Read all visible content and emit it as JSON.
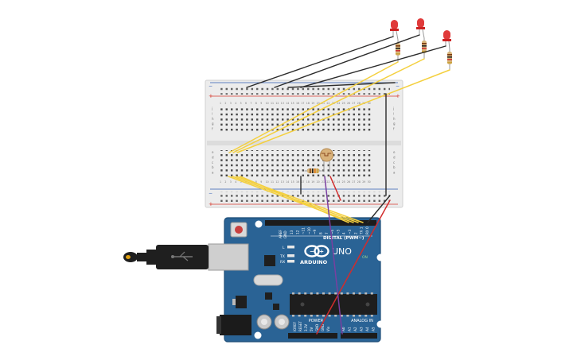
{
  "colors": {
    "board": "#2a6395",
    "board_edge": "#1d4d77",
    "breadboard": "#e9e9e9",
    "rail_red": "#d63a2f",
    "rail_blue": "#2f5bb3",
    "wire_yellow": "#f4d03f",
    "wire_black": "#2a2a2a",
    "wire_red": "#d22c2c",
    "wire_purple": "#7a3fa0",
    "led_red": "#e03a3a"
  },
  "arduino": {
    "brand": "ARDUINO",
    "model": "UNO",
    "digital_label": "DIGITAL (PWM~)",
    "power_label": "POWER",
    "analog_label": "ANALOG IN",
    "aref": "AREF",
    "gnd": "GND",
    "tx": "TX",
    "rx": "RX",
    "l": "L",
    "on": "ON",
    "digital_pins": [
      "13",
      "12",
      "~11",
      "~10",
      "~9",
      "8",
      "7",
      "~6",
      "~5",
      "4",
      "~3",
      "2",
      "TX 1",
      "RX 0"
    ],
    "power_pins": [
      "IOREF",
      "RESET",
      "3.3V",
      "5V",
      "GND",
      "GND",
      "Vin"
    ],
    "analog_pins": [
      "A0",
      "A1",
      "A2",
      "A3",
      "A4",
      "A5"
    ]
  },
  "breadboard": {
    "top_letters": [
      "j",
      "i",
      "h",
      "g",
      "f"
    ],
    "bottom_letters": [
      "e",
      "d",
      "c",
      "b",
      "a"
    ],
    "column_numbers": [
      "1",
      "2",
      "3",
      "4",
      "5",
      "6",
      "7",
      "8",
      "9",
      "10",
      "11",
      "12",
      "13",
      "14",
      "15",
      "16",
      "17",
      "18",
      "19",
      "20",
      "21",
      "22",
      "23",
      "24",
      "25",
      "26",
      "27",
      "28",
      "29",
      "30"
    ],
    "rail_minus": "−",
    "rail_plus": "+"
  },
  "components": {
    "leds": [
      "led-1",
      "led-2",
      "led-3"
    ],
    "resistors": [
      "resistor-1",
      "resistor-2",
      "resistor-3",
      "resistor-4"
    ],
    "photoresistor": "photoresistor",
    "usb_cable": "usb-cable"
  }
}
